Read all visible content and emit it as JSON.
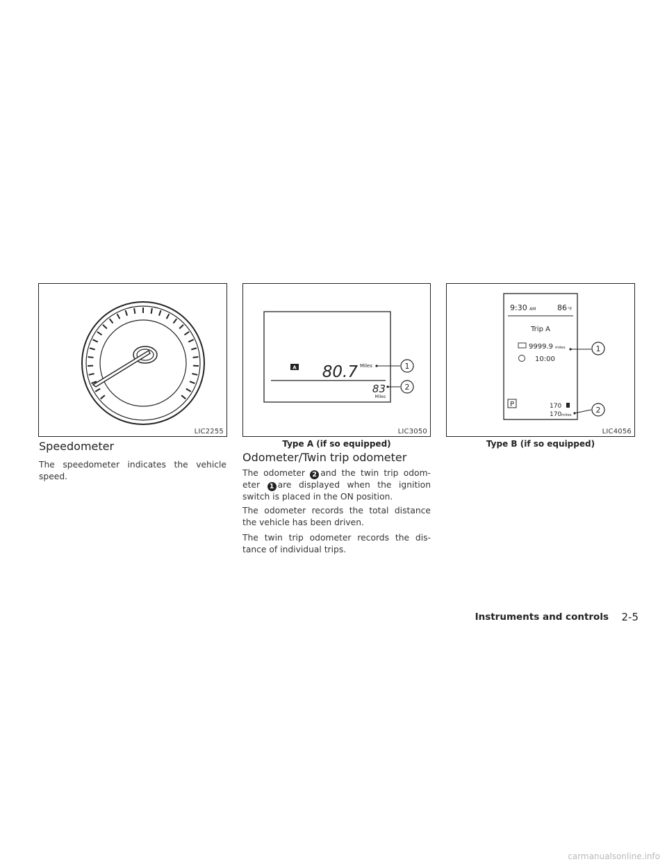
{
  "figures": [
    {
      "code": "LIC2255"
    },
    {
      "code": "LIC3050",
      "caption": "Type A (if so equipped)"
    },
    {
      "code": "LIC4056",
      "caption": "Type B (if so equipped)"
    }
  ],
  "typeA": {
    "indicator": "A",
    "trip_value": "80.7",
    "trip_unit": "Miles",
    "odo_value": "83",
    "odo_unit": "Miles",
    "callout_1": "1",
    "callout_2": "2"
  },
  "typeB": {
    "time": "9:30",
    "ampm": "AM",
    "temp": "86",
    "temp_unit": "°F",
    "trip_label": "Trip A",
    "trip_value": "9999.9",
    "trip_unit": "miles",
    "elapsed": "10:00",
    "gear": "P",
    "range_value": "170",
    "odo_value": "170",
    "odo_unit": "miles",
    "callout_1": "1",
    "callout_2": "2"
  },
  "speedometer_section": {
    "title": "Speedometer",
    "text": "The speedometer indicates the vehicle speed."
  },
  "odometer_section": {
    "title": "Odometer/Twin trip odometer",
    "p1_a": "The odometer",
    "p1_n2": "2",
    "p1_b": "and the twin trip odom-eter",
    "p1_n1": "1",
    "p1_c": "are displayed when the ignition switch is placed in the ON position.",
    "p2": "The odometer records the total distance the vehicle has been driven.",
    "p3": "The twin trip odometer records the dis-tance of individual trips."
  },
  "footer": {
    "section": "Instruments and controls",
    "page": "2-5"
  },
  "watermark": "carmanualsonline.info"
}
